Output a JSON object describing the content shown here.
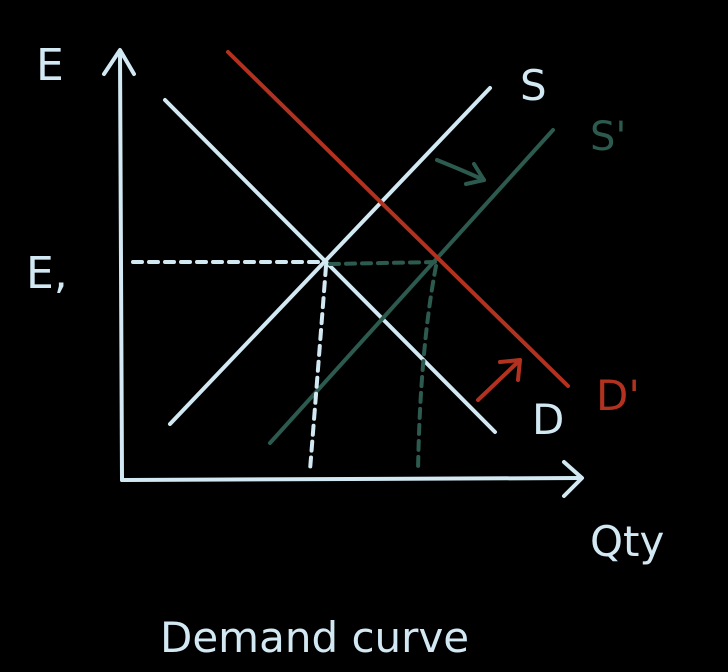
{
  "labels": {
    "y_axis": "E",
    "x_axis": "Qty",
    "price_level": "E,",
    "supply": "S",
    "supply_shifted": "S'",
    "demand": "D",
    "demand_shifted": "D'",
    "caption": "Demand curve"
  },
  "colors": {
    "background": "#000000",
    "ink": "#d2e9f3",
    "supply_shifted": "#2c5a4e",
    "demand_shifted": "#b3321f"
  },
  "icons": {
    "supply_shift": "arrow-right-down-icon",
    "demand_shift": "arrow-up-right-icon"
  }
}
